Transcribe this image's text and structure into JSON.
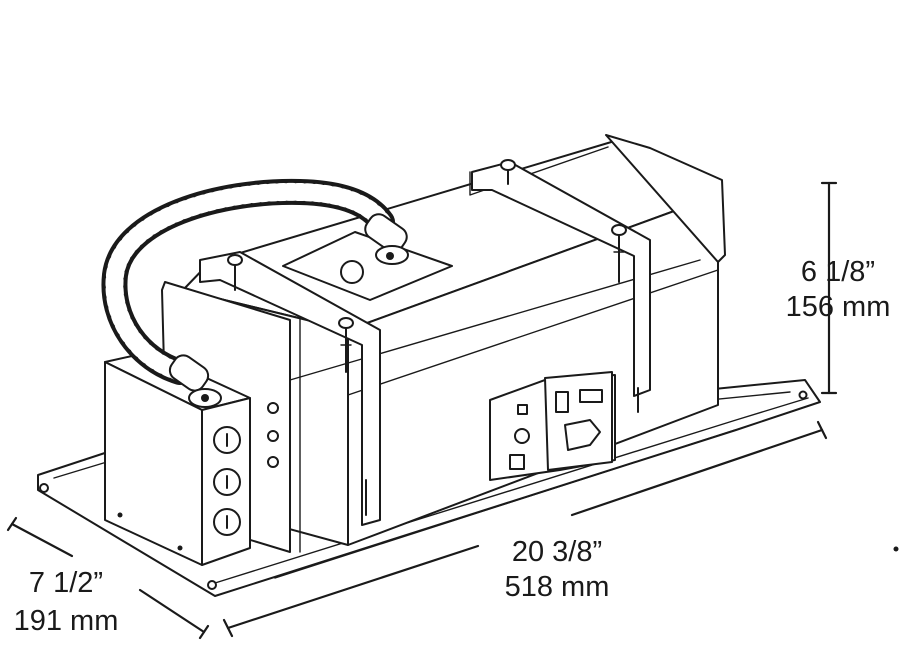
{
  "dimensions": {
    "height": {
      "imperial": "6 1/8”",
      "metric": "156 mm"
    },
    "length": {
      "imperial": "20 3/8”",
      "metric": "518 mm"
    },
    "width": {
      "imperial": "7 1/2”",
      "metric": "191 mm"
    }
  }
}
